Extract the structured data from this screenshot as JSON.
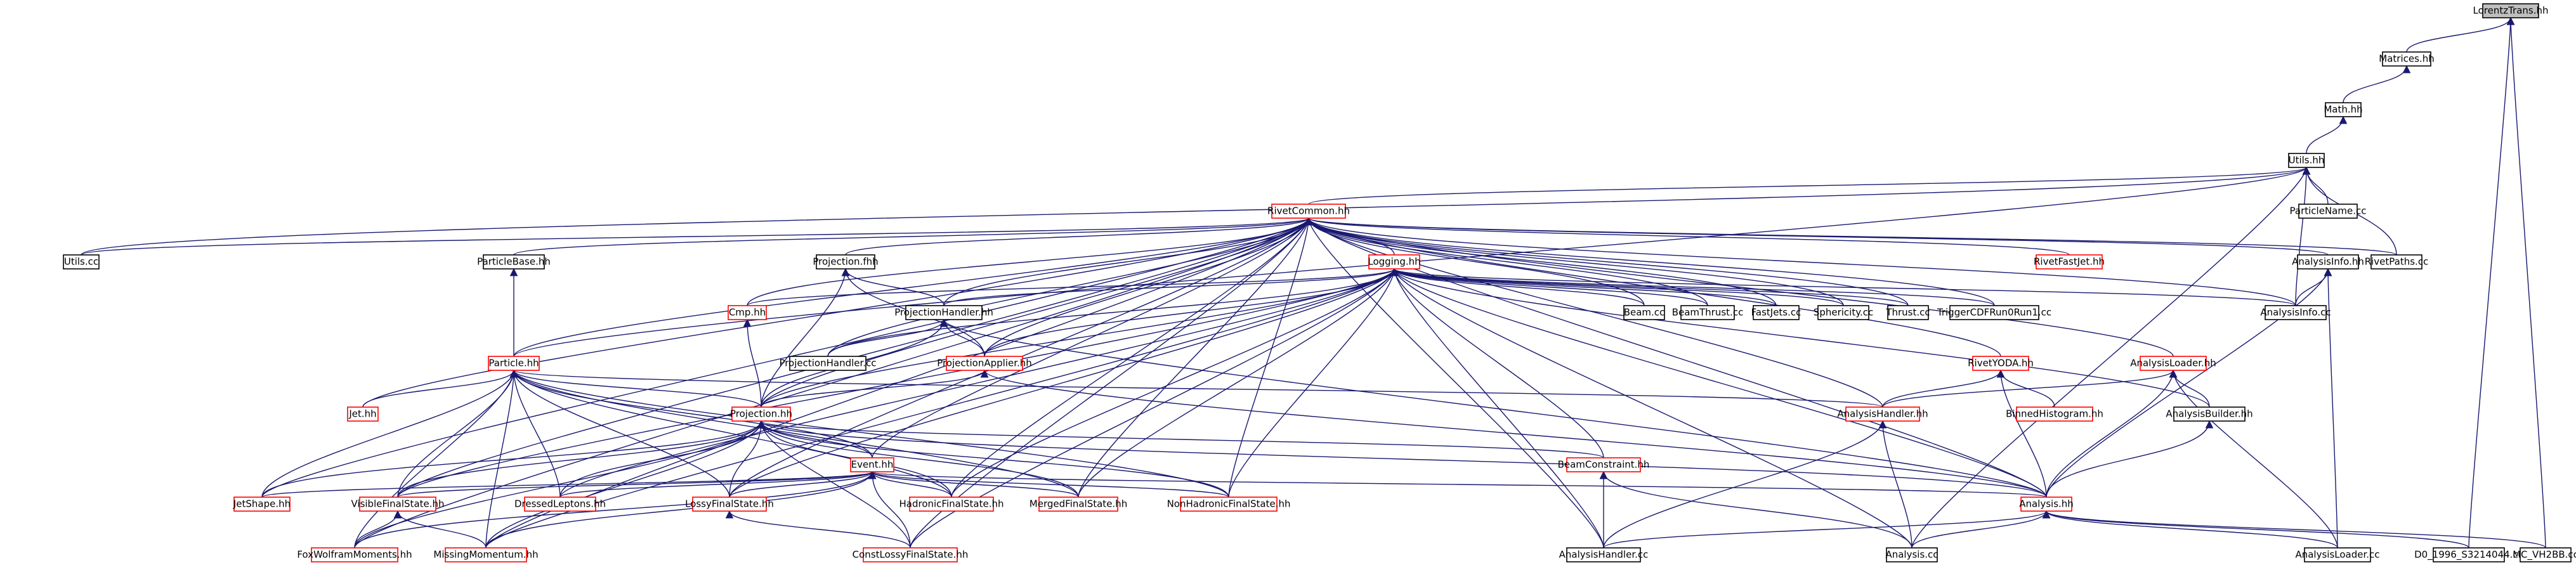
{
  "colors": {
    "edge": "#191970",
    "root_fill": "#bfbfbf",
    "node_stroke_black": "#000000",
    "node_stroke_red": "#ff0000",
    "node_fill": "#ffffff"
  },
  "nodes": [
    {
      "id": "lorentz",
      "label": "LorentzTrans.hh",
      "kind": "root"
    },
    {
      "id": "matrices",
      "label": "Matrices.hh",
      "kind": "black"
    },
    {
      "id": "math",
      "label": "Math.hh",
      "kind": "black"
    },
    {
      "id": "utils",
      "label": "Utils.hh",
      "kind": "black"
    },
    {
      "id": "particlename",
      "label": "ParticleName.cc",
      "kind": "black"
    },
    {
      "id": "rivetpaths",
      "label": "RivetPaths.cc",
      "kind": "black"
    },
    {
      "id": "d0",
      "label": "D0_1996_S3214044.cc",
      "kind": "black"
    },
    {
      "id": "mcvh2bb",
      "label": "MC_VH2BB.cc",
      "kind": "black"
    },
    {
      "id": "rivetcommon",
      "label": "RivetCommon.hh",
      "kind": "red"
    },
    {
      "id": "utilscc",
      "label": "Utils.cc",
      "kind": "black"
    },
    {
      "id": "particlebase",
      "label": "ParticleBase.hh",
      "kind": "black"
    },
    {
      "id": "projectionfhh",
      "label": "Projection.fhh",
      "kind": "black"
    },
    {
      "id": "logging",
      "label": "Logging.hh",
      "kind": "red"
    },
    {
      "id": "rivetfastjet",
      "label": "RivetFastJet.hh",
      "kind": "red"
    },
    {
      "id": "analysisinfohh",
      "label": "AnalysisInfo.hh",
      "kind": "black"
    },
    {
      "id": "cmp",
      "label": "Cmp.hh",
      "kind": "red"
    },
    {
      "id": "projectionhandlerhh",
      "label": "ProjectionHandler.hh",
      "kind": "black"
    },
    {
      "id": "beamcc",
      "label": "Beam.cc",
      "kind": "black"
    },
    {
      "id": "beamthrust",
      "label": "BeamThrust.cc",
      "kind": "black"
    },
    {
      "id": "fastjets",
      "label": "FastJets.cc",
      "kind": "black"
    },
    {
      "id": "sphericity",
      "label": "Sphericity.cc",
      "kind": "black"
    },
    {
      "id": "thrust",
      "label": "Thrust.cc",
      "kind": "black"
    },
    {
      "id": "triggercdf",
      "label": "TriggerCDFRun0Run1.cc",
      "kind": "black"
    },
    {
      "id": "analysisinfocc",
      "label": "AnalysisInfo.cc",
      "kind": "black"
    },
    {
      "id": "projectionhandlercc",
      "label": "ProjectionHandler.cc",
      "kind": "black"
    },
    {
      "id": "projectionapplier",
      "label": "ProjectionApplier.hh",
      "kind": "red"
    },
    {
      "id": "particle",
      "label": "Particle.hh",
      "kind": "red"
    },
    {
      "id": "rivetyoda",
      "label": "RivetYODA.hh",
      "kind": "red"
    },
    {
      "id": "analysisloaderhh",
      "label": "AnalysisLoader.hh",
      "kind": "red"
    },
    {
      "id": "jethh",
      "label": "Jet.hh",
      "kind": "red"
    },
    {
      "id": "projectionhh",
      "label": "Projection.hh",
      "kind": "red"
    },
    {
      "id": "analysishandlerhh",
      "label": "AnalysisHandler.hh",
      "kind": "red"
    },
    {
      "id": "binnedhistogram",
      "label": "BinnedHistogram.hh",
      "kind": "red"
    },
    {
      "id": "analysisbuilder",
      "label": "AnalysisBuilder.hh",
      "kind": "black"
    },
    {
      "id": "beamconstraint",
      "label": "BeamConstraint.hh",
      "kind": "red"
    },
    {
      "id": "eventhh",
      "label": "Event.hh",
      "kind": "red"
    },
    {
      "id": "jetshape",
      "label": "JetShape.hh",
      "kind": "red"
    },
    {
      "id": "visiblefs",
      "label": "VisibleFinalState.hh",
      "kind": "red"
    },
    {
      "id": "dressedleptons",
      "label": "DressedLeptons.hh",
      "kind": "red"
    },
    {
      "id": "lossyfs",
      "label": "LossyFinalState.hh",
      "kind": "red"
    },
    {
      "id": "hadronicfs",
      "label": "HadronicFinalState.hh",
      "kind": "red"
    },
    {
      "id": "mergedfs",
      "label": "MergedFinalState.hh",
      "kind": "red"
    },
    {
      "id": "nonhadronicfs",
      "label": "NonHadronicFinalState.hh",
      "kind": "red"
    },
    {
      "id": "analysishh",
      "label": "Analysis.hh",
      "kind": "red"
    },
    {
      "id": "foxwolfram",
      "label": "FoxWolframMoments.hh",
      "kind": "red"
    },
    {
      "id": "missingmomentum",
      "label": "MissingMomentum.hh",
      "kind": "red"
    },
    {
      "id": "constlossyfs",
      "label": "ConstLossyFinalState.hh",
      "kind": "red"
    },
    {
      "id": "analysishandlercc",
      "label": "AnalysisHandler.cc",
      "kind": "black"
    },
    {
      "id": "analysiscc",
      "label": "Analysis.cc",
      "kind": "black"
    },
    {
      "id": "analysisloadercc",
      "label": "AnalysisLoader.cc",
      "kind": "black"
    }
  ],
  "edges": [
    [
      "lorentz",
      "matrices"
    ],
    [
      "lorentz",
      "d0"
    ],
    [
      "lorentz",
      "mcvh2bb"
    ],
    [
      "matrices",
      "math"
    ],
    [
      "math",
      "utils"
    ],
    [
      "utils",
      "particlename"
    ],
    [
      "utils",
      "rivetpaths"
    ],
    [
      "utils",
      "rivetcommon"
    ],
    [
      "utils",
      "utilscc"
    ],
    [
      "utils",
      "analysisinfocc"
    ],
    [
      "utils",
      "analysiscc"
    ],
    [
      "utils",
      "particle"
    ],
    [
      "rivetcommon",
      "utilscc"
    ],
    [
      "rivetcommon",
      "logging"
    ],
    [
      "rivetcommon",
      "rivetfastjet"
    ],
    [
      "rivetcommon",
      "analysisinfohh"
    ],
    [
      "rivetcommon",
      "rivetpaths"
    ],
    [
      "rivetcommon",
      "particlebase"
    ],
    [
      "rivetcommon",
      "projectionfhh"
    ],
    [
      "rivetcommon",
      "cmp"
    ],
    [
      "rivetcommon",
      "projectionhandlerhh"
    ],
    [
      "rivetcommon",
      "beamcc"
    ],
    [
      "rivetcommon",
      "beamthrust"
    ],
    [
      "rivetcommon",
      "fastjets"
    ],
    [
      "rivetcommon",
      "sphericity"
    ],
    [
      "rivetcommon",
      "thrust"
    ],
    [
      "rivetcommon",
      "triggercdf"
    ],
    [
      "rivetcommon",
      "analysisinfocc"
    ],
    [
      "rivetcommon",
      "projectionhandlercc"
    ],
    [
      "rivetcommon",
      "projectionapplier"
    ],
    [
      "rivetcommon",
      "particle"
    ],
    [
      "rivetcommon",
      "rivetyoda"
    ],
    [
      "rivetcommon",
      "analysisloaderhh"
    ],
    [
      "rivetcommon",
      "jethh"
    ],
    [
      "rivetcommon",
      "projectionhh"
    ],
    [
      "rivetcommon",
      "analysishandlerhh"
    ],
    [
      "rivetcommon",
      "eventhh"
    ],
    [
      "rivetcommon",
      "jetshape"
    ],
    [
      "rivetcommon",
      "visiblefs"
    ],
    [
      "rivetcommon",
      "lossyfs"
    ],
    [
      "rivetcommon",
      "hadronicfs"
    ],
    [
      "rivetcommon",
      "mergedfs"
    ],
    [
      "rivetcommon",
      "nonhadronicfs"
    ],
    [
      "rivetcommon",
      "analysishh"
    ],
    [
      "rivetcommon",
      "foxwolfram"
    ],
    [
      "rivetcommon",
      "missingmomentum"
    ],
    [
      "rivetcommon",
      "constlossyfs"
    ],
    [
      "rivetcommon",
      "analysishandlercc"
    ],
    [
      "particlebase",
      "particle"
    ],
    [
      "projectionfhh",
      "projectionhandlerhh"
    ],
    [
      "projectionfhh",
      "projectionapplier"
    ],
    [
      "projectionfhh",
      "projectionhh"
    ],
    [
      "logging",
      "cmp"
    ],
    [
      "logging",
      "projectionhandlerhh"
    ],
    [
      "logging",
      "beamcc"
    ],
    [
      "logging",
      "beamthrust"
    ],
    [
      "logging",
      "fastjets"
    ],
    [
      "logging",
      "sphericity"
    ],
    [
      "logging",
      "thrust"
    ],
    [
      "logging",
      "triggercdf"
    ],
    [
      "logging",
      "analysisinfocc"
    ],
    [
      "logging",
      "projectionhandlercc"
    ],
    [
      "logging",
      "projectionapplier"
    ],
    [
      "logging",
      "projectionhh"
    ],
    [
      "logging",
      "analysisbuilder"
    ],
    [
      "logging",
      "beamconstraint"
    ],
    [
      "logging",
      "analysishh"
    ],
    [
      "logging",
      "analysiscc"
    ],
    [
      "logging",
      "analysishandlercc"
    ],
    [
      "logging",
      "visiblefs"
    ],
    [
      "logging",
      "lossyfs"
    ],
    [
      "logging",
      "hadronicfs"
    ],
    [
      "logging",
      "mergedfs"
    ],
    [
      "logging",
      "nonhadronicfs"
    ],
    [
      "logging",
      "constlossyfs"
    ],
    [
      "logging",
      "dressedleptons"
    ],
    [
      "logging",
      "missingmomentum"
    ],
    [
      "analysisinfohh",
      "analysisinfocc"
    ],
    [
      "analysisinfohh",
      "analysishh"
    ],
    [
      "analysisinfohh",
      "analysisloadercc"
    ],
    [
      "cmp",
      "projectionhh"
    ],
    [
      "projectionhandlerhh",
      "projectionhandlercc"
    ],
    [
      "projectionhandlerhh",
      "projectionapplier"
    ],
    [
      "projectionhandlerhh",
      "projectionhh"
    ],
    [
      "projectionhandlerhh",
      "analysishh"
    ],
    [
      "projectionapplier",
      "projectionhh"
    ],
    [
      "projectionapplier",
      "analysishh"
    ],
    [
      "particle",
      "jethh"
    ],
    [
      "particle",
      "projectionhh"
    ],
    [
      "particle",
      "analysishandlerhh"
    ],
    [
      "particle",
      "eventhh"
    ],
    [
      "particle",
      "jetshape"
    ],
    [
      "particle",
      "visiblefs"
    ],
    [
      "particle",
      "dressedleptons"
    ],
    [
      "particle",
      "lossyfs"
    ],
    [
      "particle",
      "hadronicfs"
    ],
    [
      "particle",
      "mergedfs"
    ],
    [
      "particle",
      "nonhadronicfs"
    ],
    [
      "particle",
      "foxwolfram"
    ],
    [
      "particle",
      "missingmomentum"
    ],
    [
      "rivetyoda",
      "analysishandlerhh"
    ],
    [
      "rivetyoda",
      "binnedhistogram"
    ],
    [
      "rivetyoda",
      "analysishh"
    ],
    [
      "analysisloaderhh",
      "analysisbuilder"
    ],
    [
      "analysisloaderhh",
      "analysishandlerhh"
    ],
    [
      "analysisloaderhh",
      "analysishh"
    ],
    [
      "analysisloaderhh",
      "analysisloadercc"
    ],
    [
      "projectionhh",
      "eventhh"
    ],
    [
      "projectionhh",
      "beamconstraint"
    ],
    [
      "projectionhh",
      "jetshape"
    ],
    [
      "projectionhh",
      "visiblefs"
    ],
    [
      "projectionhh",
      "dressedleptons"
    ],
    [
      "projectionhh",
      "lossyfs"
    ],
    [
      "projectionhh",
      "hadronicfs"
    ],
    [
      "projectionhh",
      "mergedfs"
    ],
    [
      "projectionhh",
      "nonhadronicfs"
    ],
    [
      "projectionhh",
      "analysishh"
    ],
    [
      "projectionhh",
      "foxwolfram"
    ],
    [
      "projectionhh",
      "missingmomentum"
    ],
    [
      "projectionhh",
      "constlossyfs"
    ],
    [
      "analysishandlerhh",
      "analysishandlercc"
    ],
    [
      "analysishandlerhh",
      "analysiscc"
    ],
    [
      "analysisbuilder",
      "analysishh"
    ],
    [
      "beamconstraint",
      "analysishandlercc"
    ],
    [
      "beamconstraint",
      "analysiscc"
    ],
    [
      "eventhh",
      "jetshape"
    ],
    [
      "eventhh",
      "visiblefs"
    ],
    [
      "eventhh",
      "dressedleptons"
    ],
    [
      "eventhh",
      "lossyfs"
    ],
    [
      "eventhh",
      "hadronicfs"
    ],
    [
      "eventhh",
      "mergedfs"
    ],
    [
      "eventhh",
      "nonhadronicfs"
    ],
    [
      "eventhh",
      "analysishh"
    ],
    [
      "eventhh",
      "foxwolfram"
    ],
    [
      "eventhh",
      "missingmomentum"
    ],
    [
      "eventhh",
      "constlossyfs"
    ],
    [
      "visiblefs",
      "foxwolfram"
    ],
    [
      "visiblefs",
      "missingmomentum"
    ],
    [
      "lossyfs",
      "constlossyfs"
    ],
    [
      "analysishh",
      "analysishandlercc"
    ],
    [
      "analysishh",
      "analysiscc"
    ],
    [
      "analysishh",
      "analysisloadercc"
    ],
    [
      "analysishh",
      "d0"
    ],
    [
      "analysishh",
      "mcvh2bb"
    ]
  ]
}
